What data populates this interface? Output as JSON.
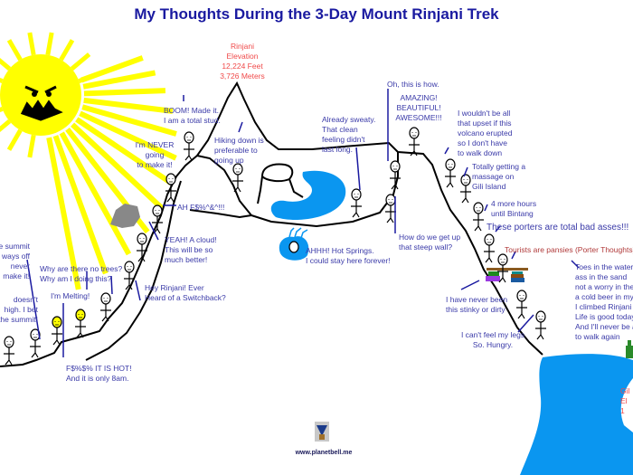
{
  "title": "My Thoughts During the 3-Day Mount Rinjani Trek",
  "footer": "www.planetbell.me",
  "colors": {
    "title": "#1a1aa0",
    "caption": "#3a3aa8",
    "elevation": "#f04a4a",
    "porter": "#b03a3a",
    "water": "#0a96f0",
    "sun": "#ffff00"
  },
  "icons": [
    "sun-icon",
    "cloud-icon",
    "stick-figure-icon",
    "hot-spring-icon",
    "beer-bottle-icon",
    "logo-icon"
  ],
  "captions": [
    {
      "id": "summit-elevation",
      "lines": [
        "Rinjani",
        "Elevation",
        "12,224 Feet",
        "3,726 Meters"
      ]
    },
    {
      "id": "boom",
      "lines": [
        "BOOM! Made it.",
        "I am a total stud."
      ]
    },
    {
      "id": "never",
      "lines": [
        "I'm NEVER",
        "going",
        "to make it!"
      ]
    },
    {
      "id": "hiking-down",
      "lines": [
        "Hiking down is",
        "preferable to",
        "going up"
      ]
    },
    {
      "id": "ah",
      "lines": [
        "AH F$%^&^!!!"
      ]
    },
    {
      "id": "cloud",
      "lines": [
        "YEAH! A cloud!",
        "This will be so",
        "much better!"
      ]
    },
    {
      "id": "switchback",
      "lines": [
        "Hey Rinjani! Ever",
        "Heard of a Switchback?"
      ]
    },
    {
      "id": "trees",
      "lines": [
        "Why are there no trees?",
        "Why am I doing this?"
      ]
    },
    {
      "id": "melting",
      "lines": [
        "I'm Melting!"
      ]
    },
    {
      "id": "summit-far",
      "lines": [
        "e summit",
        "ways off",
        "never",
        "make it!"
      ]
    },
    {
      "id": "doesnt",
      "lines": [
        "doesn't",
        "high. I bet",
        "the summit!"
      ]
    },
    {
      "id": "hot",
      "lines": [
        "F$%$% IT IS HOT!",
        "And it is only 8am."
      ]
    },
    {
      "id": "sweaty",
      "lines": [
        "Already sweaty.",
        "That clean",
        "feeling didn't",
        "last long."
      ]
    },
    {
      "id": "how",
      "lines": [
        "Oh, this is how."
      ]
    },
    {
      "id": "amazing",
      "lines": [
        "AMAZING!",
        "BEAUTIFUL!",
        "AWESOME!!!"
      ]
    },
    {
      "id": "volcano",
      "lines": [
        "I wouldn't be all",
        "that upset if this",
        "volcano erupted",
        "so I don't have",
        "to walk down"
      ]
    },
    {
      "id": "massage",
      "lines": [
        "Totally getting a",
        "massage on",
        "Gili Island"
      ]
    },
    {
      "id": "bintang",
      "lines": [
        "4 more hours",
        "until Bintang"
      ]
    },
    {
      "id": "porters",
      "lines": [
        "These porters are total bad asses!!!"
      ]
    },
    {
      "id": "pansies",
      "lines": [
        "Tourists are pansies (Porter Thoughts)"
      ]
    },
    {
      "id": "wall",
      "lines": [
        "How do we get up",
        "that steep wall?"
      ]
    },
    {
      "id": "springs",
      "lines": [
        "AHHH! Hot Springs.",
        "I could stay here forever!"
      ]
    },
    {
      "id": "stinky",
      "lines": [
        "I have never been",
        "this stinky or dirty"
      ]
    },
    {
      "id": "legs",
      "lines": [
        "I can't feel my legs",
        "So. Hungry."
      ]
    },
    {
      "id": "beach",
      "lines": [
        "Toes in the water",
        "ass in the sand",
        "not a worry in the",
        "a cold beer in my",
        "I climbed Rinjani",
        "Life is good today",
        "And I'll never be a",
        "to walk again"
      ]
    },
    {
      "id": "gili-elevation",
      "lines": [
        "Gil",
        "El",
        "1"
      ]
    }
  ]
}
